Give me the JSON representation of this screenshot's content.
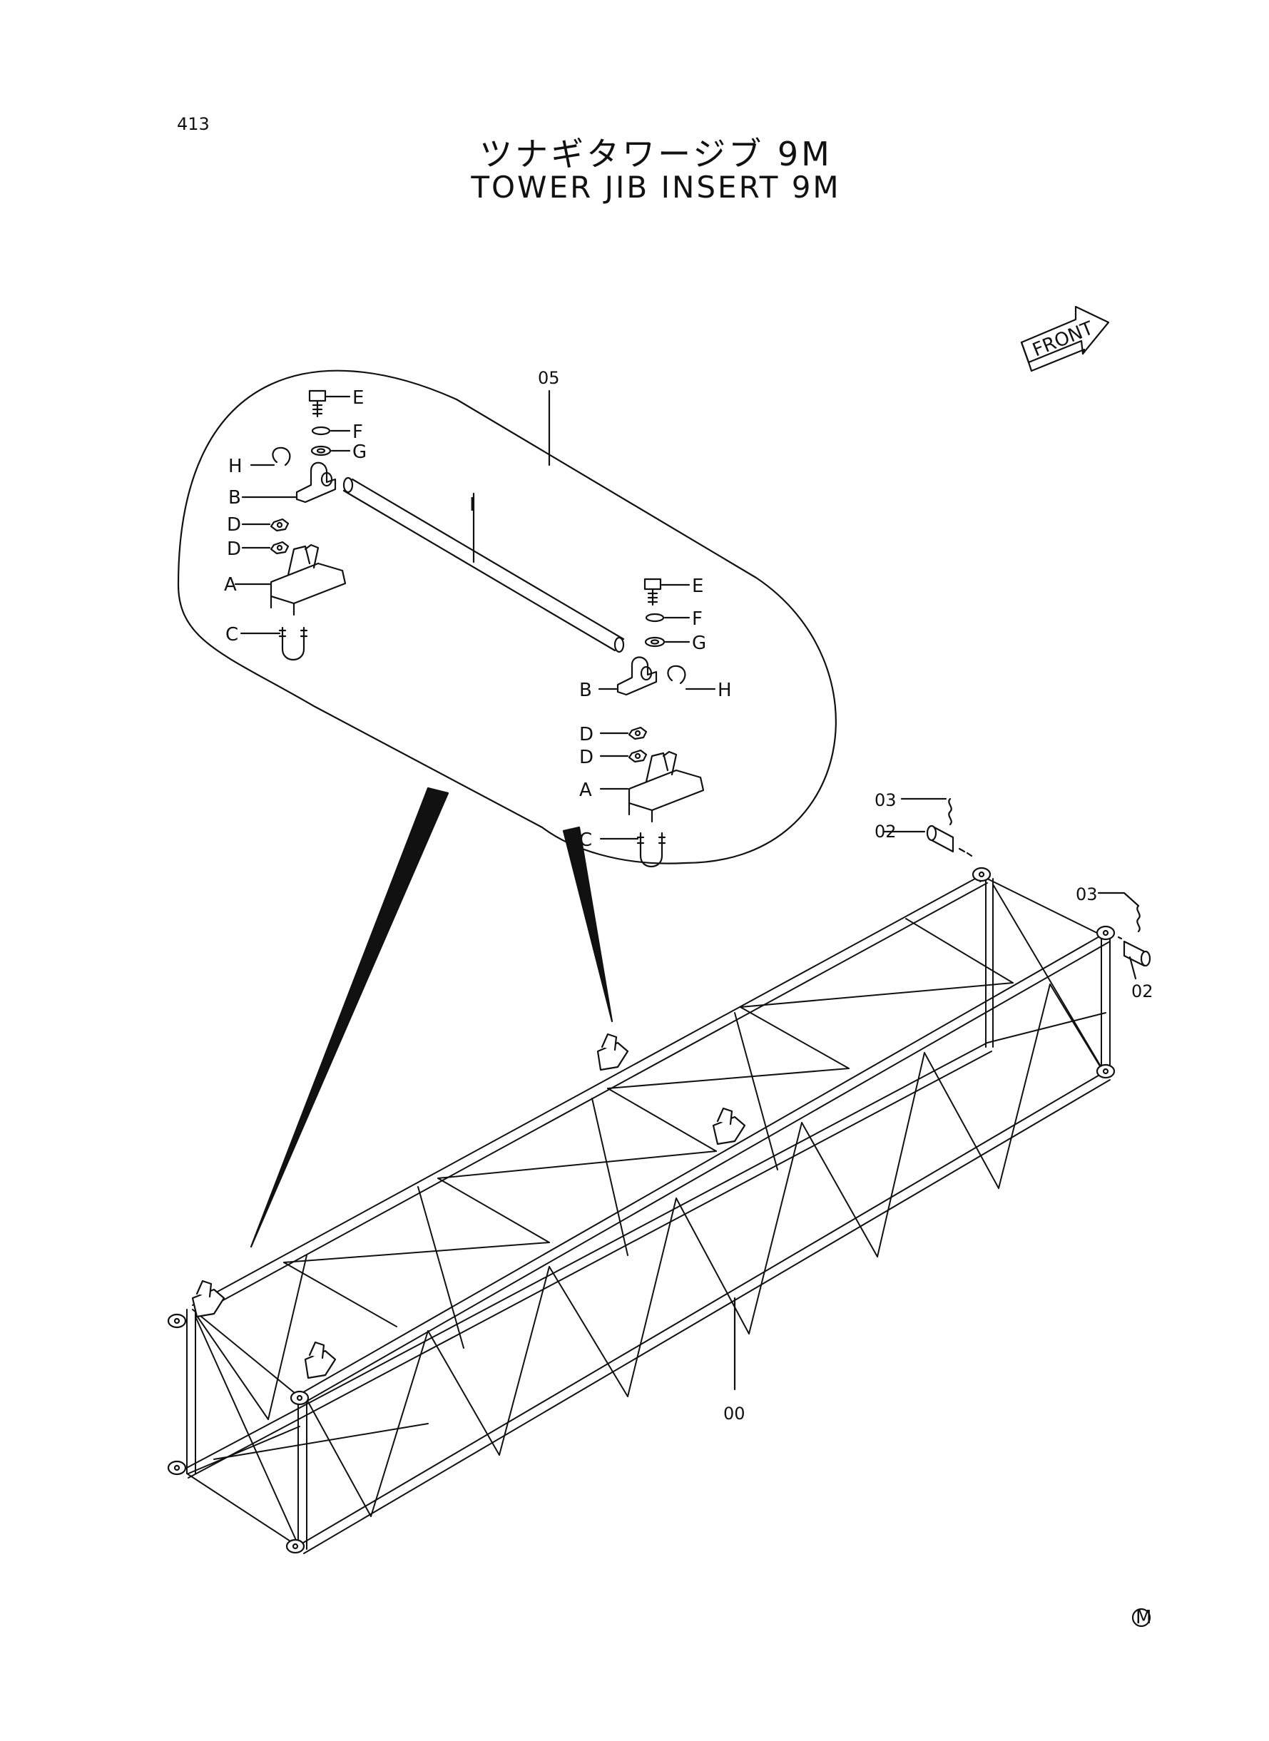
{
  "page_number": "413",
  "title_jp": "ツナギタワージブ 9M",
  "title_en": "TOWER JIB INSERT 9M",
  "front_label": "FRONT",
  "callouts": {
    "assembly": "05",
    "frame": "00",
    "pin_upper": "02",
    "pin_lower": "02",
    "clip_upper": "03",
    "clip_lower": "03"
  },
  "detail_parts": {
    "left": {
      "E": "E",
      "F": "F",
      "G": "G",
      "H": "H",
      "B": "B",
      "D1": "D",
      "D2": "D",
      "A": "A",
      "C": "C"
    },
    "pipe": "I",
    "right": {
      "E": "E",
      "F": "F",
      "G": "G",
      "H": "H",
      "B": "B",
      "D1": "D",
      "D2": "D",
      "A": "A",
      "C": "C"
    }
  },
  "maker_mark": "M"
}
